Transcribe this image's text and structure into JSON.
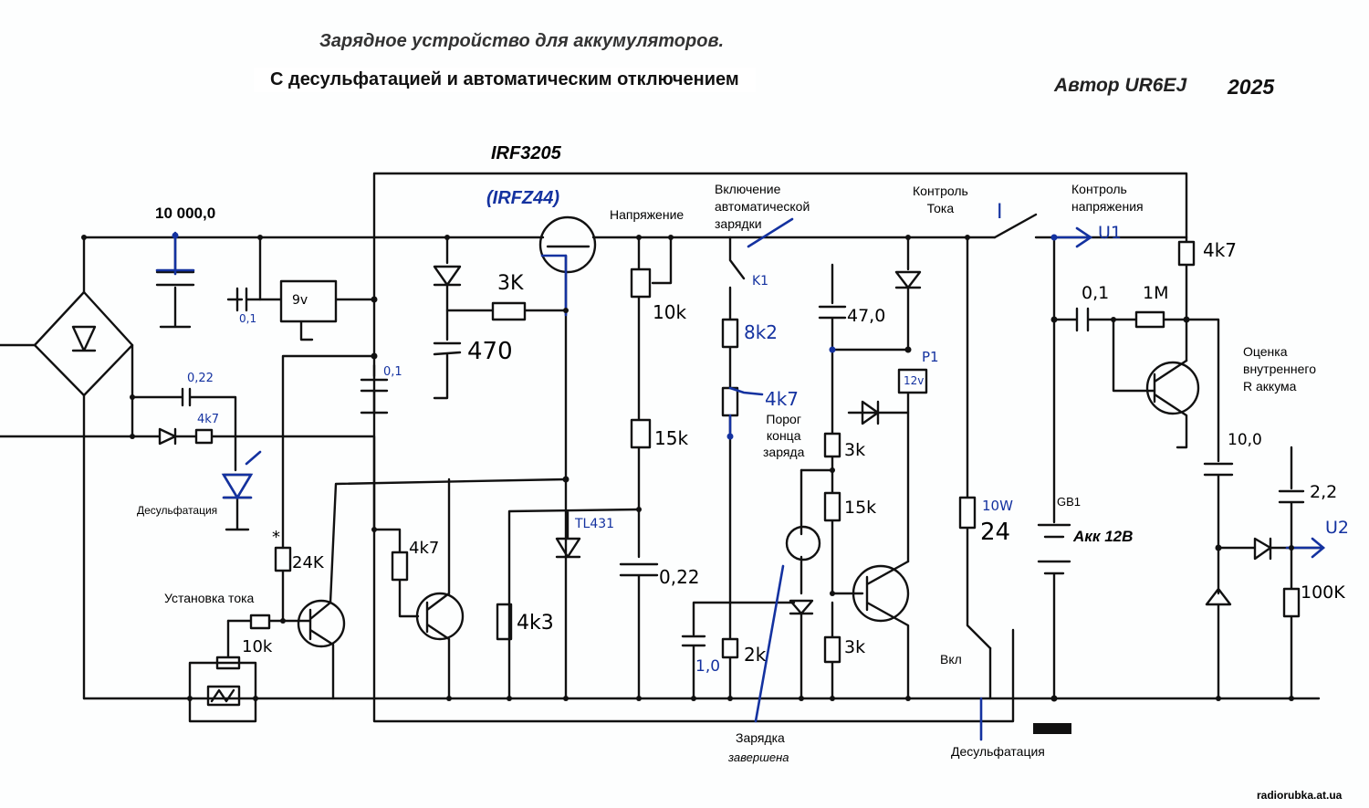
{
  "header": {
    "title": "Зарядное устройство для аккумуляторов.",
    "subtitle": "С десульфатацией и автоматическим отключением",
    "author": "Автор UR6EJ",
    "year": "2025"
  },
  "transistor_labels": {
    "main": "IRF3205",
    "alt": "(IRFZ44)",
    "regulator": "TL431",
    "relay": "P1",
    "relay_voltage": "12v",
    "switch_k1": "K1",
    "battery_ref": "GB1",
    "regulator_9v": "9v"
  },
  "component_values": {
    "c_main": "10 000,0",
    "c_01_left": "0,1",
    "c_01_mid": "0,1",
    "c_022_top": "0,22",
    "r_4k7_led": "4k7",
    "c_470": "470",
    "r_3k_gate": "3K",
    "r_24k": "24K",
    "r_10k_pot": "10k",
    "r_4k7_trans": "4k7",
    "r_4k3": "4k3",
    "r_10k_volt": "10k",
    "r_15k_div": "15k",
    "c_022_div": "0,22",
    "r_8k2": "8k2",
    "r_4k7_thresh": "4k7",
    "c_1_0": "1,0",
    "r_2k": "2k",
    "c_47": "47,0",
    "r_3k_a": "3k",
    "r_15k_b": "15k",
    "r_3k_b": "3k",
    "r_10w": "10W",
    "r_24": "24",
    "c_01_right": "0,1",
    "r_1m": "1M",
    "r_4k7_right": "4k7",
    "c_10": "10,0",
    "c_2_2": "2,2",
    "r_100k": "100K",
    "asterisk": "*"
  },
  "labels": {
    "voltage": "Напряжение",
    "auto_on": "Включение\nавтоматической\nзарядки",
    "current_ctrl": "Контроль\nТока",
    "voltage_ctrl": "Контроль\nнапряжения",
    "internal_r": "Оценка\nвнутреннего\nR аккума",
    "desulf_led": "Десульфатация",
    "current_set": "Установка тока",
    "threshold": "Порог\nконца\nзаряда",
    "done": "Зарядка",
    "done2": "завершена",
    "on": "Вкл",
    "desulf": "Десульфатация",
    "battery": "Акк 12В",
    "u1": "U1",
    "u2": "U2",
    "current_sym": "I",
    "watermark": "radiorubka.at.ua"
  }
}
